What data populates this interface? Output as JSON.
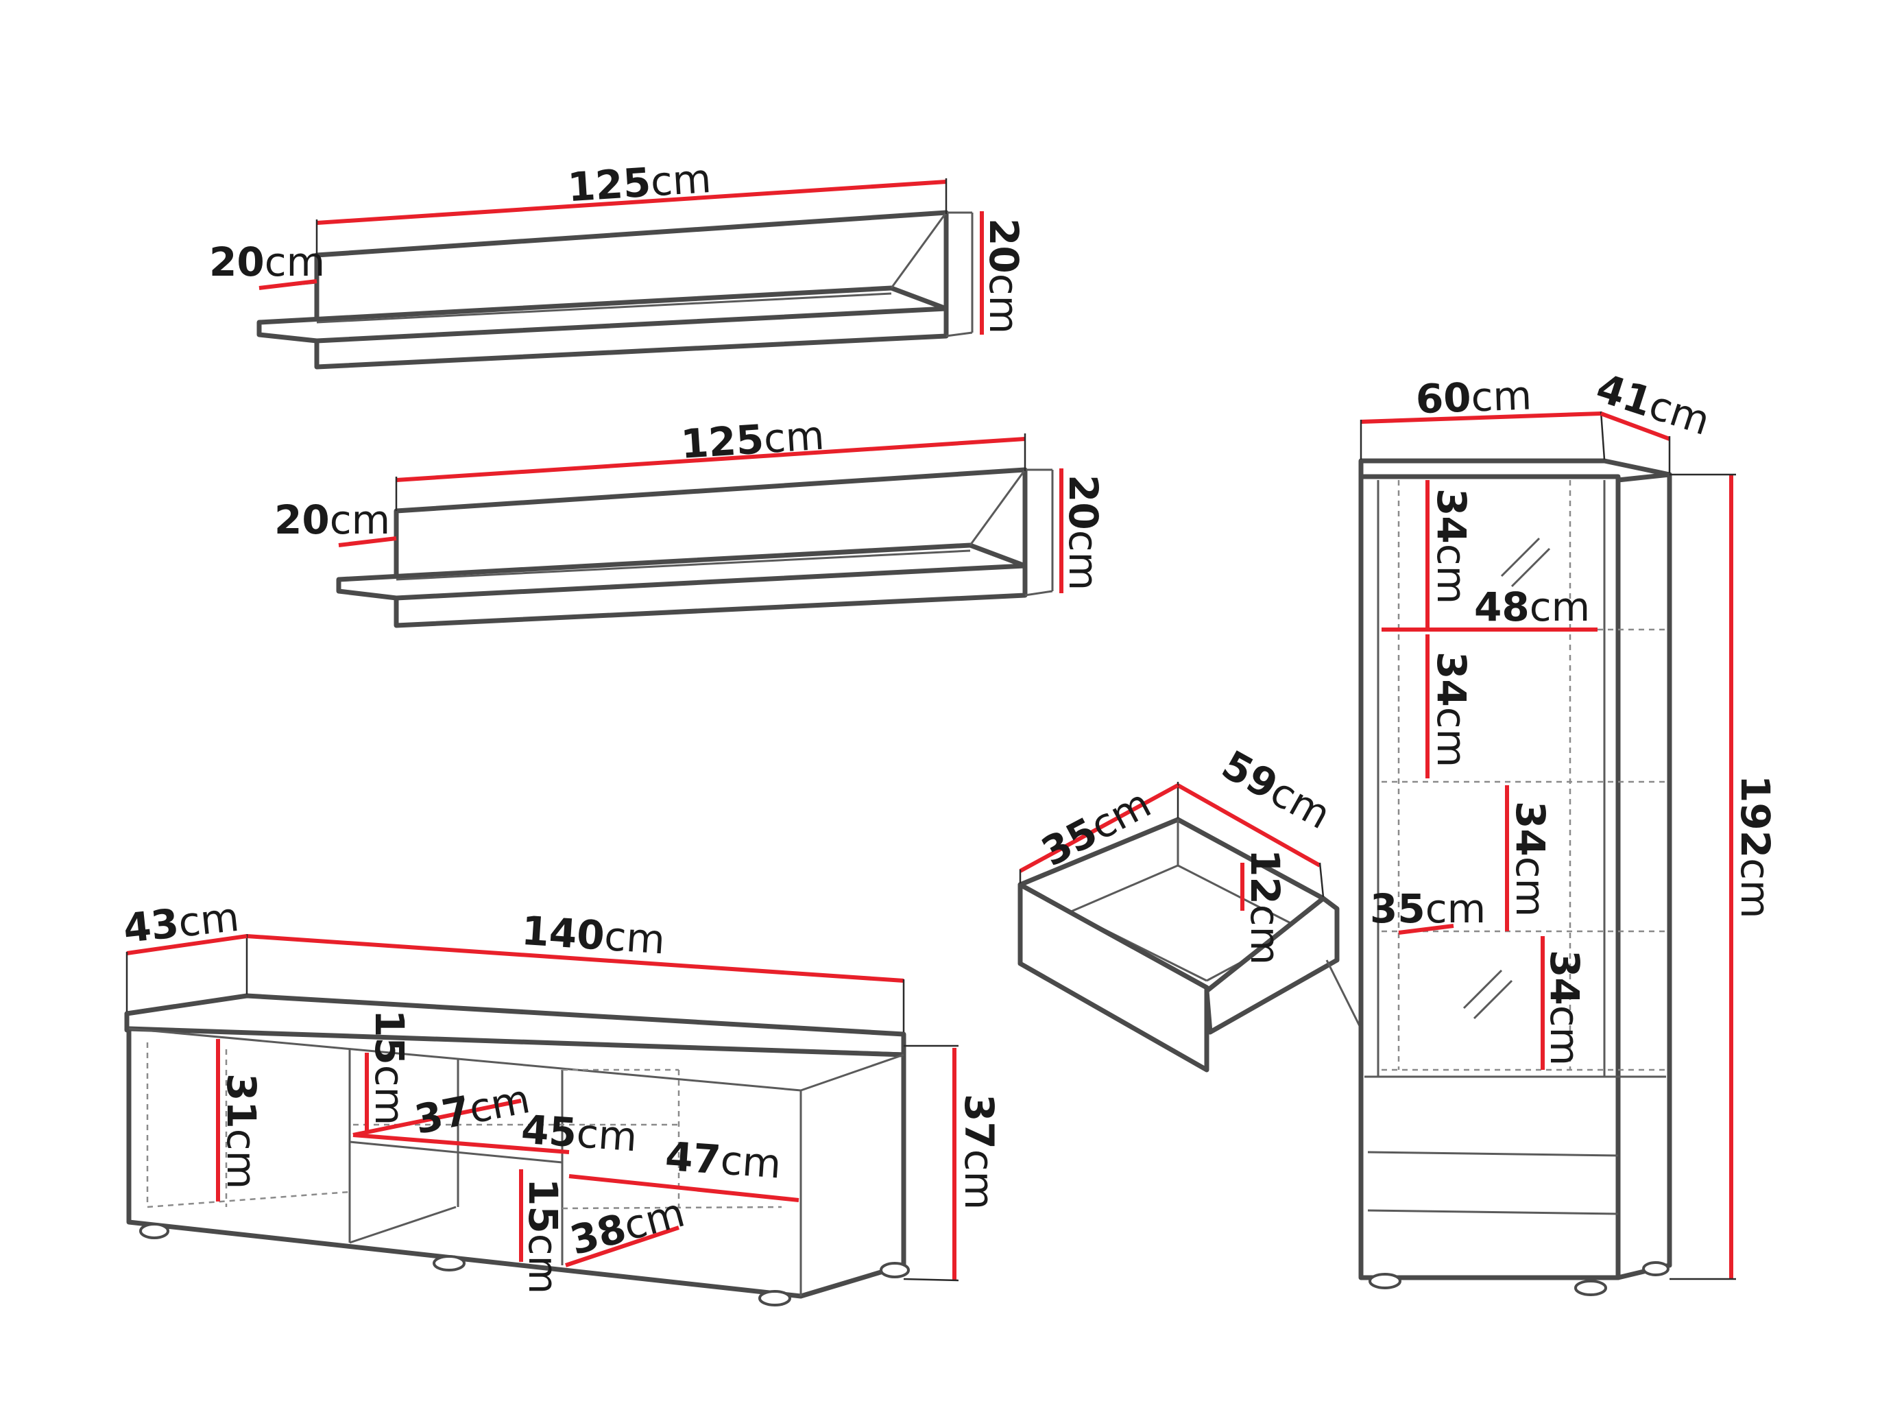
{
  "unit": "cm",
  "shelf_top": {
    "width": "125",
    "depth": "20",
    "height": "20"
  },
  "shelf_bottom": {
    "width": "125",
    "depth": "20",
    "height": "20"
  },
  "tv_stand": {
    "width": "140",
    "depth": "43",
    "height": "37",
    "side_compartment_height": "31",
    "upper_opening_height": "15",
    "lower_opening_height": "15",
    "shelf_depth": "37",
    "shelf_width": "45",
    "bottom_width": "47",
    "bottom_depth": "38"
  },
  "drawer": {
    "width": "59",
    "depth": "35",
    "height": "12"
  },
  "display_cabinet": {
    "width": "60",
    "depth": "41",
    "height": "192",
    "shelf_gap_1": "34",
    "shelf_gap_2": "34",
    "shelf_gap_3": "34",
    "shelf_gap_4": "34",
    "inner_width": "48",
    "inner_depth": "35"
  }
}
